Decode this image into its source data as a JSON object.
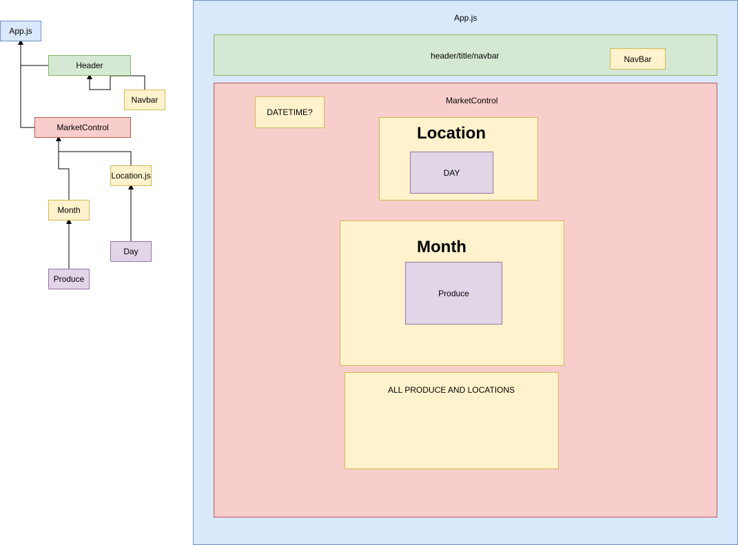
{
  "tree": {
    "app": "App.js",
    "header": "Header",
    "navbar": "Navbar",
    "market_control": "MarketControl",
    "location": "Location.js",
    "month": "Month",
    "day": "Day",
    "produce": "Produce"
  },
  "layout": {
    "app_label": "App.js",
    "header_label": "header/title/navbar",
    "navbar_label": "NavBar",
    "market_control_label": "MarketControl",
    "datetime_label": "DATETIME?",
    "location_title": "Location",
    "day_label": "DAY",
    "month_title": "Month",
    "produce_label": "Produce",
    "all_label": "ALL PRODUCE AND LOCATIONS"
  },
  "colors": {
    "blue_fill": "#dae8fc",
    "blue_stroke": "#6c8ebf",
    "green_fill": "#d5e8d4",
    "green_stroke": "#82b366",
    "red_fill": "#f8cecc",
    "red_stroke": "#b85450",
    "yellow_fill": "#fff2cc",
    "yellow_stroke": "#d6b656",
    "purple_fill": "#e1d5e7",
    "purple_stroke": "#9673a6"
  }
}
